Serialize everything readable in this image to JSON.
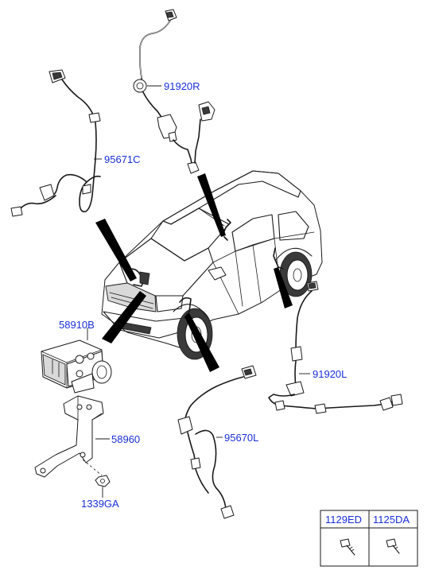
{
  "parts": {
    "sensor_rear_right": "91920R",
    "sensor_front_left": "95671C",
    "hydraulic_unit": "58910B",
    "rear_sensor_left": "91920L",
    "bracket": "58960",
    "front_sensor_right": "95670L",
    "nut": "1339GA"
  },
  "table": {
    "col1": "1129ED",
    "col2": "1125DA"
  }
}
